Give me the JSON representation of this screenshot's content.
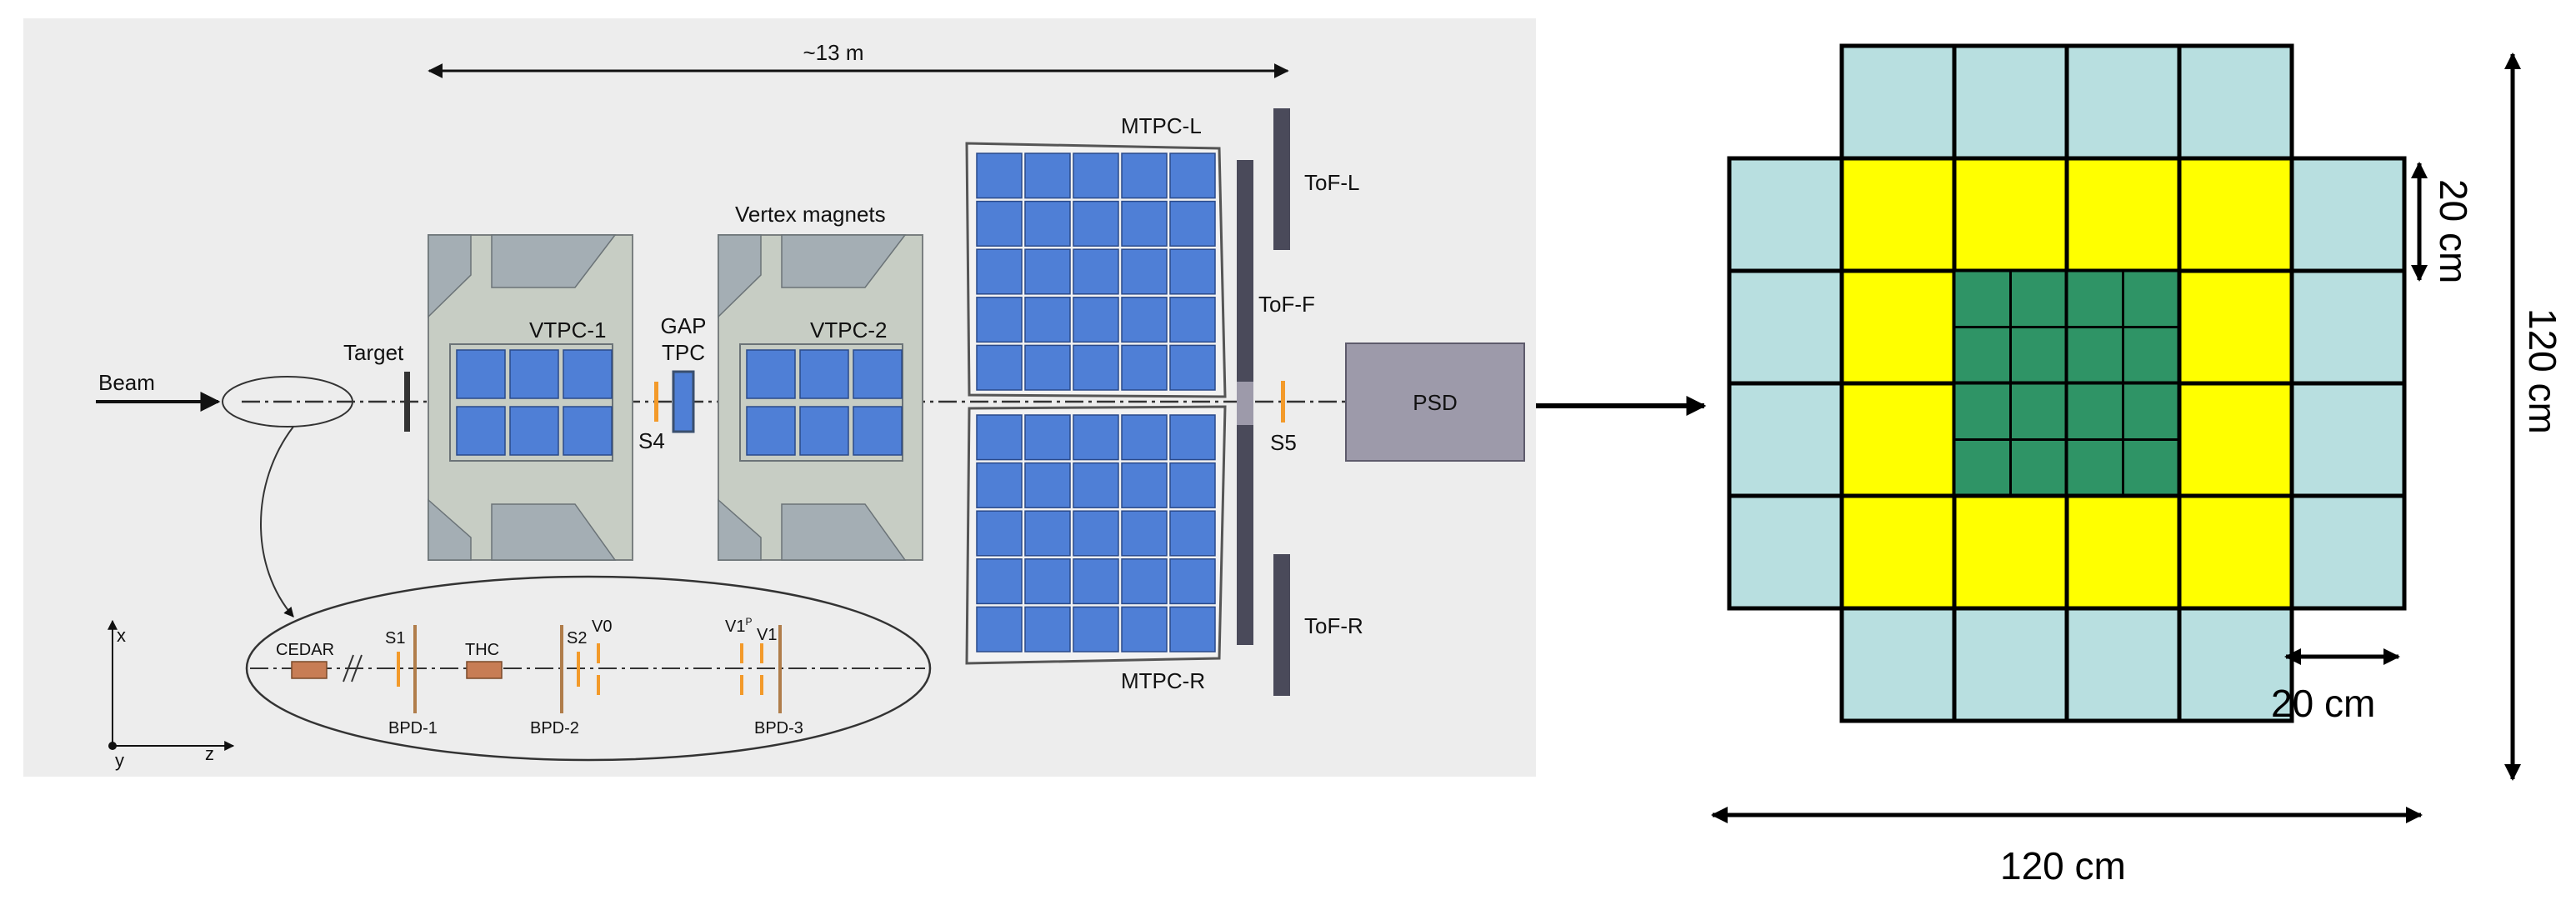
{
  "left_panel": {
    "length_label": "~13 m",
    "beam_label": "Beam",
    "target_label": "Target",
    "vtpc1_label": "VTPC-1",
    "vtpc2_label": "VTPC-2",
    "vertex_magnets_label": "Vertex magnets",
    "gap_label": "GAP",
    "tpc_label": "TPC",
    "s4_label": "S4",
    "mtpcl_label": "MTPC-L",
    "mtpcr_label": "MTPC-R",
    "tofl_label": "ToF-L",
    "toff_label": "ToF-F",
    "tofr_label": "ToF-R",
    "s5_label": "S5",
    "psd_label": "PSD",
    "cedar_label": "CEDAR",
    "s1_label": "S1",
    "thc_label": "THC",
    "s2_label": "S2",
    "v0_label": "V0",
    "v1p_label": "V1",
    "v1p_sup": "P",
    "v1_label": "V1",
    "bpd1_label": "BPD-1",
    "bpd2_label": "BPD-2",
    "bpd3_label": "BPD-3",
    "axis_x": "x",
    "axis_y": "y",
    "axis_z": "z"
  },
  "right_panel": {
    "module_size_top": "20 cm",
    "module_size_bottom": "20 cm",
    "height_label": "120 cm",
    "width_label": "120 cm"
  },
  "colors": {
    "background_panel": "#ededed",
    "tpc_body": "#c7cdc4",
    "magnet_pole": "#a4aeb4",
    "tpc_pad": "#4f7fd6",
    "tof": "#4a4a5a",
    "psd": "#9d9aaa",
    "scintillator": "#f39a2a",
    "bpd": "#b07d4a",
    "cedar": "#c77d55",
    "psd_outer": "#b8dfe0",
    "psd_middle": "#ffff00",
    "psd_inner": "#2f9466"
  }
}
